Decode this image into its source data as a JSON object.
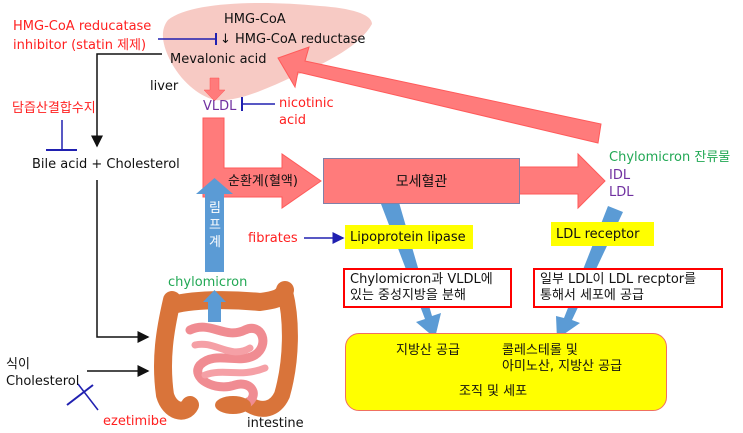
{
  "colors": {
    "red_text": "#ff2020",
    "green_text": "#22a855",
    "purple_text": "#7030a0",
    "red_arrow": "#ff7b7b",
    "blue_arrow": "#5b9bd5",
    "inhibit_line": "#2020b0",
    "highlight": "#ffff00"
  },
  "liver": {
    "label": "liver",
    "hmg_coa": "HMG-CoA",
    "reductase": "↓ HMG-CoA reductase",
    "mevalonic": "Mevalonic acid",
    "vldl": "VLDL"
  },
  "drugs": {
    "statin_line1": "HMG-CoA reducatase",
    "statin_line2": "inhibitor (statin 제제)",
    "bile_resin": "담즙산결합수지",
    "nicotinic_line1": "nicotinic",
    "nicotinic_line2": "acid",
    "fibrates": "fibrates",
    "ezetimibe": "ezetimibe"
  },
  "pathway": {
    "bile_cholesterol": "Bile acid + Cholesterol",
    "circulation": "순환계(혈액)",
    "capillary": "모세혈관",
    "lymph": "림프계",
    "chylomicron": "chylomicron",
    "remnants": [
      "Chylomicron 잔류물",
      "IDL",
      "LDL"
    ],
    "diet_line1": "식이",
    "diet_line2": "Cholesterol",
    "intestine": "intestine"
  },
  "enzymes": {
    "lpl": "Lipoprotein lipase",
    "ldl_receptor": "LDL receptor"
  },
  "notes": {
    "lpl_note_line1": "Chylomicron과 VLDL에",
    "lpl_note_line2": "있는 중성지방을 분해",
    "ldl_note_line1": "일부 LDL이 LDL recptor를",
    "ldl_note_line2": "통해서 세포에 공급"
  },
  "tissue": {
    "fatty_acid_supply": "지방산 공급",
    "chol_line1": "콜레스테롤 및",
    "chol_line2": "아미노산, 지방산 공급",
    "title": "조직 및 세포"
  }
}
